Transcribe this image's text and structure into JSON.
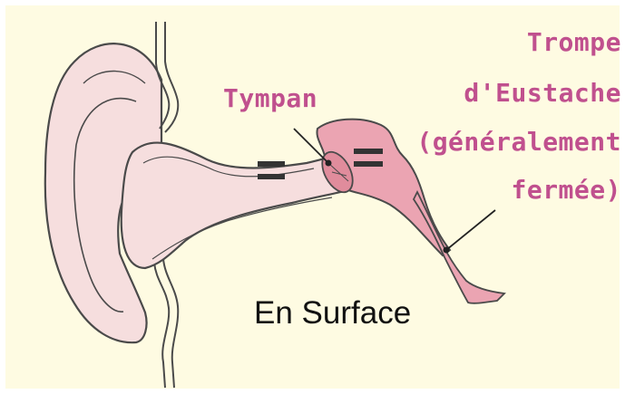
{
  "labels": {
    "tympan": "Tympan",
    "trompe_lines": [
      "Trompe",
      "d'Eustache",
      "(généralement",
      "fermée)"
    ],
    "surface": "En Surface"
  },
  "colors": {
    "background": "#fefbe2",
    "ear_skin": "#f6dede",
    "middle_ear": "#eba4b2",
    "label": "#c0508e",
    "outline": "#4a4a4a"
  },
  "icons": [
    "equals-sign-icon",
    "equals-sign-icon"
  ]
}
